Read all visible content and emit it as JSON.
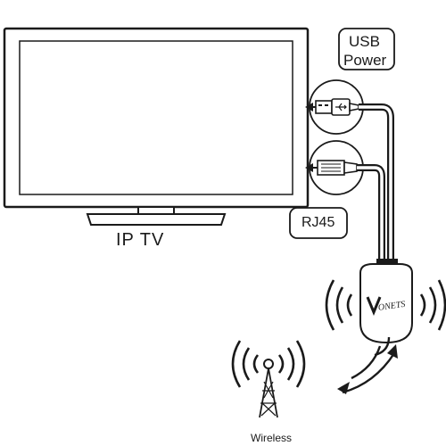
{
  "diagram": {
    "tv_label": "IP TV",
    "usb_label_line1": "USB",
    "usb_label_line2": "Power",
    "rj45_label": "RJ45",
    "brand_logo": "VONETS",
    "wireless_label": "Wireless"
  },
  "colors": {
    "stroke": "#1a1a1a",
    "screen": "#ffffff",
    "background": "#ffffff"
  }
}
